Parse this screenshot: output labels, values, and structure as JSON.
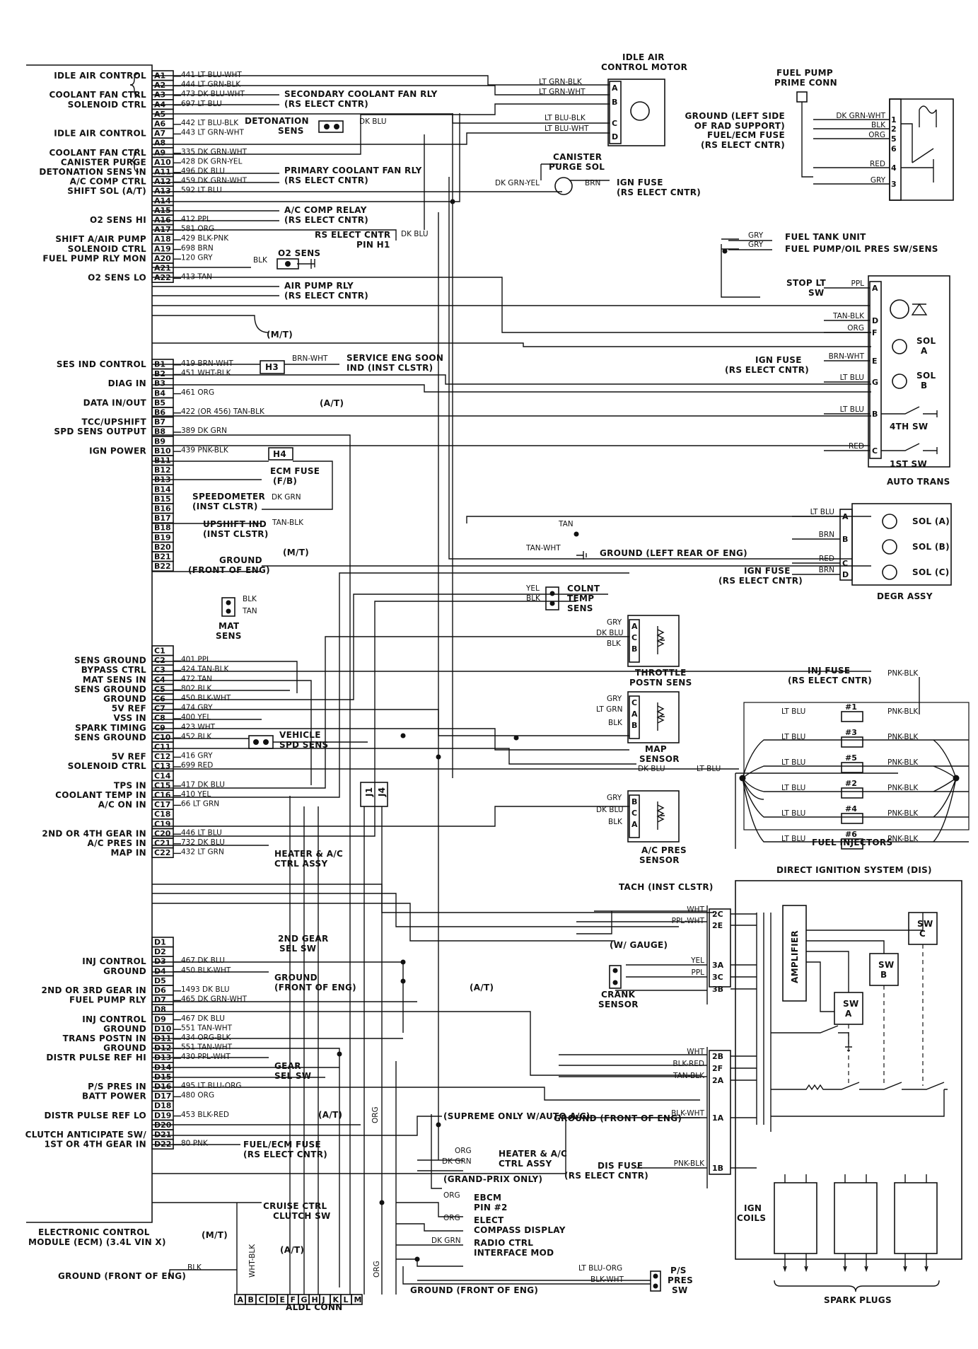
{
  "ecm": {
    "title_line1": "ELECTRONIC CONTROL",
    "title_line2": "MODULE (ECM) (3.4L VIN X)",
    "pins": [
      {
        "pin": "A1",
        "wire": "441 LT BLU-WHT",
        "func": "IDLE AIR CONTROL"
      },
      {
        "pin": "A2",
        "wire": "444 LT GRN-BLK",
        "func": ""
      },
      {
        "pin": "A3",
        "wire": "473 DK BLU-WHT",
        "func": "COOLANT FAN CTRL"
      },
      {
        "pin": "A4",
        "wire": "697 LT BLU",
        "func": "SOLENOID CTRL"
      },
      {
        "pin": "A5",
        "wire": "",
        "func": ""
      },
      {
        "pin": "A6",
        "wire": "442 LT BLU-BLK",
        "func": ""
      },
      {
        "pin": "A7",
        "wire": "443 LT GRN-WHT",
        "func": "IDLE AIR CONTROL"
      },
      {
        "pin": "A8",
        "wire": "",
        "func": ""
      },
      {
        "pin": "A9",
        "wire": "335 DK GRN-WHT",
        "func": "COOLANT FAN CTRL"
      },
      {
        "pin": "A10",
        "wire": "428 DK GRN-YEL",
        "func": "CANISTER PURGE"
      },
      {
        "pin": "A11",
        "wire": "496 DK BLU",
        "func": "DETONATION SENS IN"
      },
      {
        "pin": "A12",
        "wire": "459 DK GRN-WHT",
        "func": "A/C COMP CTRL"
      },
      {
        "pin": "A13",
        "wire": "592 LT BLU",
        "func": "SHIFT SOL (A/T)"
      },
      {
        "pin": "A14",
        "wire": "",
        "func": ""
      },
      {
        "pin": "A15",
        "wire": "",
        "func": ""
      },
      {
        "pin": "A16",
        "wire": "412 PPL",
        "func": "O2 SENS HI"
      },
      {
        "pin": "A17",
        "wire": "581 ORG",
        "func": ""
      },
      {
        "pin": "A18",
        "wire": "429 BLK-PNK",
        "func": "SHIFT A/AIR PUMP"
      },
      {
        "pin": "A19",
        "wire": "698 BRN",
        "func": "SOLENOID CTRL"
      },
      {
        "pin": "A20",
        "wire": "120 GRY",
        "func": "FUEL PUMP RLY MON"
      },
      {
        "pin": "A21",
        "wire": "",
        "func": ""
      },
      {
        "pin": "A22",
        "wire": "413 TAN",
        "func": "O2 SENS LO"
      },
      {
        "pin": "B1",
        "wire": "419 BRN-WHT",
        "func": "SES IND CONTROL"
      },
      {
        "pin": "B2",
        "wire": "451 WHT-BLK",
        "func": ""
      },
      {
        "pin": "B3",
        "wire": "",
        "func": "DIAG IN"
      },
      {
        "pin": "B4",
        "wire": "461 ORG",
        "func": ""
      },
      {
        "pin": "B5",
        "wire": "",
        "func": "DATA IN/OUT"
      },
      {
        "pin": "B6",
        "wire": "422 (OR 456) TAN-BLK",
        "func": ""
      },
      {
        "pin": "B7",
        "wire": "",
        "func": "TCC/UPSHIFT"
      },
      {
        "pin": "B8",
        "wire": "389 DK GRN",
        "func": "SPD SENS OUTPUT"
      },
      {
        "pin": "B9",
        "wire": "",
        "func": ""
      },
      {
        "pin": "B10",
        "wire": "439 PNK-BLK",
        "func": "IGN POWER"
      },
      {
        "pin": "B11",
        "wire": "",
        "func": ""
      },
      {
        "pin": "B12",
        "wire": "",
        "func": ""
      },
      {
        "pin": "B13",
        "wire": "",
        "func": ""
      },
      {
        "pin": "B14",
        "wire": "",
        "func": ""
      },
      {
        "pin": "B15",
        "wire": "",
        "func": ""
      },
      {
        "pin": "B16",
        "wire": "",
        "func": ""
      },
      {
        "pin": "B17",
        "wire": "",
        "func": ""
      },
      {
        "pin": "B18",
        "wire": "",
        "func": ""
      },
      {
        "pin": "B19",
        "wire": "",
        "func": ""
      },
      {
        "pin": "B20",
        "wire": "",
        "func": ""
      },
      {
        "pin": "B21",
        "wire": "",
        "func": ""
      },
      {
        "pin": "B22",
        "wire": "",
        "func": ""
      },
      {
        "pin": "C1",
        "wire": "",
        "func": ""
      },
      {
        "pin": "C2",
        "wire": "401 PPL",
        "func": "SENS GROUND"
      },
      {
        "pin": "C3",
        "wire": "424 TAN-BLK",
        "func": "BYPASS CTRL"
      },
      {
        "pin": "C4",
        "wire": "472 TAN",
        "func": "MAT SENS IN"
      },
      {
        "pin": "C5",
        "wire": "802 BLK",
        "func": "SENS GROUND"
      },
      {
        "pin": "C6",
        "wire": "450 BLK-WHT",
        "func": "GROUND"
      },
      {
        "pin": "C7",
        "wire": "474 GRY",
        "func": "5V REF"
      },
      {
        "pin": "C8",
        "wire": "400 YEL",
        "func": "VSS IN"
      },
      {
        "pin": "C9",
        "wire": "423 WHT",
        "func": "SPARK TIMING"
      },
      {
        "pin": "C10",
        "wire": "452 BLK",
        "func": "SENS GROUND"
      },
      {
        "pin": "C11",
        "wire": "",
        "func": ""
      },
      {
        "pin": "C12",
        "wire": "416 GRY",
        "func": "5V REF"
      },
      {
        "pin": "C13",
        "wire": "699 RED",
        "func": "SOLENOID CTRL"
      },
      {
        "pin": "C14",
        "wire": "",
        "func": ""
      },
      {
        "pin": "C15",
        "wire": "417 DK BLU",
        "func": "TPS IN"
      },
      {
        "pin": "C16",
        "wire": "410 YEL",
        "func": "COOLANT TEMP IN"
      },
      {
        "pin": "C17",
        "wire": "66 LT GRN",
        "func": "A/C ON IN"
      },
      {
        "pin": "C18",
        "wire": "",
        "func": ""
      },
      {
        "pin": "C19",
        "wire": "",
        "func": ""
      },
      {
        "pin": "C20",
        "wire": "446 LT BLU",
        "func": "2ND OR 4TH GEAR IN"
      },
      {
        "pin": "C21",
        "wire": "732 DK BLU",
        "func": "A/C PRES IN"
      },
      {
        "pin": "C22",
        "wire": "432 LT GRN",
        "func": "MAP IN"
      },
      {
        "pin": "D1",
        "wire": "",
        "func": ""
      },
      {
        "pin": "D2",
        "wire": "",
        "func": ""
      },
      {
        "pin": "D3",
        "wire": "467 DK BLU",
        "func": "INJ CONTROL"
      },
      {
        "pin": "D4",
        "wire": "450 BLK-WHT",
        "func": "GROUND"
      },
      {
        "pin": "D5",
        "wire": "",
        "func": ""
      },
      {
        "pin": "D6",
        "wire": "1493 DK BLU",
        "func": "2ND OR 3RD GEAR IN"
      },
      {
        "pin": "D7",
        "wire": "465 DK GRN-WHT",
        "func": "FUEL PUMP RLY"
      },
      {
        "pin": "D8",
        "wire": "",
        "func": ""
      },
      {
        "pin": "D9",
        "wire": "467 DK BLU",
        "func": "INJ CONTROL"
      },
      {
        "pin": "D10",
        "wire": "551 TAN-WHT",
        "func": "GROUND"
      },
      {
        "pin": "D11",
        "wire": "434 ORG-BLK",
        "func": "TRANS POSTN IN"
      },
      {
        "pin": "D12",
        "wire": "551 TAN-WHT",
        "func": "GROUND"
      },
      {
        "pin": "D13",
        "wire": "430 PPL-WHT",
        "func": "DISTR PULSE REF HI"
      },
      {
        "pin": "D14",
        "wire": "",
        "func": ""
      },
      {
        "pin": "D15",
        "wire": "",
        "func": ""
      },
      {
        "pin": "D16",
        "wire": "495 LT BLU-ORG",
        "func": "P/S PRES IN"
      },
      {
        "pin": "D17",
        "wire": "480 ORG",
        "func": "BATT POWER"
      },
      {
        "pin": "D18",
        "wire": "",
        "func": ""
      },
      {
        "pin": "D19",
        "wire": "453 BLK-RED",
        "func": "DISTR PULSE REF LO"
      },
      {
        "pin": "D20",
        "wire": "",
        "func": ""
      },
      {
        "pin": "D21",
        "wire": "",
        "func": "CLUTCH ANTICIPATE SW/"
      },
      {
        "pin": "D22",
        "wire": "80 PNK",
        "func": "1ST OR 4TH GEAR IN"
      }
    ]
  },
  "callouts": [
    {
      "text": "SECONDARY COOLANT FAN RLY"
    },
    {
      "text": "(RS ELECT CNTR)"
    },
    {
      "text": "DETONATION"
    },
    {
      "text": "SENS"
    },
    {
      "text": "DK BLU"
    },
    {
      "text": "PRIMARY COOLANT FAN RLY"
    },
    {
      "text": "(RS ELECT CNTR)"
    },
    {
      "text": "A/C COMP RELAY"
    },
    {
      "text": "(RS ELECT CNTR)"
    },
    {
      "text": "RS ELECT CNTR"
    },
    {
      "text": "PIN H1"
    },
    {
      "text": "DK BLU"
    },
    {
      "text": "BLK"
    },
    {
      "text": "O2 SENS"
    },
    {
      "text": "AIR PUMP RLY"
    },
    {
      "text": "(RS ELECT CNTR)"
    },
    {
      "text": "(M/T)"
    },
    {
      "text": "H3"
    },
    {
      "text": "BRN-WHT"
    },
    {
      "text": "SERVICE ENG SOON"
    },
    {
      "text": "IND (INST CLSTR)"
    },
    {
      "text": "(A/T)"
    },
    {
      "text": "H4"
    },
    {
      "text": "ECM FUSE"
    },
    {
      "text": "(F/B)"
    },
    {
      "text": "SPEEDOMETER"
    },
    {
      "text": "(INST CLSTR)"
    },
    {
      "text": "DK GRN"
    },
    {
      "text": "UPSHIFT IND"
    },
    {
      "text": "(INST CLSTR)"
    },
    {
      "text": "TAN-BLK"
    },
    {
      "text": "(M/T)"
    },
    {
      "text": "GROUND"
    },
    {
      "text": "(FRONT OF ENG)"
    },
    {
      "text": "BLK"
    },
    {
      "text": "TAN"
    },
    {
      "text": "MAT"
    },
    {
      "text": "SENS"
    },
    {
      "text": "VEHICLE"
    },
    {
      "text": "SPD SENS"
    },
    {
      "text": "J1"
    },
    {
      "text": "J4"
    },
    {
      "text": "HEATER & A/C"
    },
    {
      "text": "CTRL ASSY"
    },
    {
      "text": "2ND GEAR"
    },
    {
      "text": "SEL SW"
    },
    {
      "text": "GROUND"
    },
    {
      "text": "(FRONT OF ENG)"
    },
    {
      "text": "(A/T)"
    },
    {
      "text": "GEAR"
    },
    {
      "text": "SEL SW"
    },
    {
      "text": "(A/T)"
    },
    {
      "text": "ORG"
    },
    {
      "text": "FUEL/ECM FUSE"
    },
    {
      "text": "(RS ELECT CNTR)"
    },
    {
      "text": "CRUISE CTRL"
    },
    {
      "text": "CLUTCH SW"
    },
    {
      "text": "(M/T)"
    },
    {
      "text": "(A/T)"
    },
    {
      "text": "WHT-BLK"
    },
    {
      "text": "ORG"
    },
    {
      "text": "GROUND (FRONT OF ENG)"
    },
    {
      "text": "BLK"
    }
  ],
  "aldl": {
    "title": "ALDL CONN",
    "pins": [
      "A",
      "B",
      "C",
      "D",
      "E",
      "F",
      "G",
      "H",
      "J",
      "K",
      "L",
      "M"
    ]
  },
  "idle_air_motor": {
    "title_line1": "IDLE AIR",
    "title_line2": "CONTROL MOTOR",
    "wires": [
      "LT GRN-BLK",
      "LT GRN-WHT",
      "LT BLU-BLK",
      "LT BLU-WHT"
    ],
    "pins": [
      "A",
      "B",
      "C",
      "D"
    ]
  },
  "canister": {
    "title_line1": "CANISTER",
    "title_line2": "PURGE SOL",
    "wire_in": "DK GRN-YEL",
    "wire_out": "BRN",
    "fuse_line1": "IGN FUSE",
    "fuse_line2": "(RS ELECT CNTR)"
  },
  "fuel_pump_relay": {
    "title_line1": "FUEL PUMP",
    "title_line2": "PRIME CONN",
    "rows": [
      {
        "label1": "GROUND (LEFT SIDE",
        "label2": "OF RAD SUPPORT)",
        "wire": "DK GRN-WHT",
        "pin": "1"
      },
      {
        "label1": "",
        "label2": "",
        "wire": "BLK",
        "pin": "2"
      },
      {
        "label1": "FUEL/ECM FUSE",
        "label2": "(RS ELECT CNTR)",
        "wire": "ORG",
        "pin": "5"
      },
      {
        "label1": "",
        "label2": "",
        "wire": "",
        "pin": "6"
      },
      {
        "label1": "",
        "label2": "",
        "wire": "RED",
        "pin": "4"
      },
      {
        "label1": "",
        "label2": "",
        "wire": "GRY",
        "pin": "3"
      }
    ]
  },
  "fuel_tank": {
    "wire1": "GRY",
    "label1": "FUEL TANK UNIT",
    "wire2": "GRY",
    "label2": "FUEL PUMP/OIL PRES SW/SENS"
  },
  "auto_trans": {
    "title": "AUTO TRANS",
    "stop_lt_line1": "STOP LT",
    "stop_lt_line2": "SW",
    "ign_fuse_line1": "IGN FUSE",
    "ign_fuse_line2": "(RS ELECT CNTR)",
    "rows": [
      {
        "wire": "PPL",
        "pin": "A"
      },
      {
        "wire": "TAN-BLK",
        "pin": "D"
      },
      {
        "wire": "ORG",
        "pin": "F"
      },
      {
        "wire": "BRN-WHT",
        "pin": "E"
      },
      {
        "wire": "LT BLU",
        "pin": "G"
      },
      {
        "wire": "LT BLU",
        "pin": "B"
      },
      {
        "wire": "RED",
        "pin": "C"
      }
    ],
    "sol_a_line1": "SOL",
    "sol_a_line2": "A",
    "sol_b_line1": "SOL",
    "sol_b_line2": "B",
    "sw4": "4TH SW",
    "sw1": "1ST SW"
  },
  "degr": {
    "title": "DEGR ASSY",
    "wires": [
      "LT BLU",
      "BRN",
      "RED",
      "BRN"
    ],
    "pins": [
      "A",
      "B",
      "C",
      "D"
    ],
    "sols": [
      "SOL (A)",
      "SOL (B)",
      "SOL (C)"
    ],
    "tan": "TAN",
    "tan_wht": "TAN-WHT",
    "ground": "GROUND (LEFT REAR OF ENG)",
    "ign_fuse_line1": "IGN FUSE",
    "ign_fuse_line2": "(RS ELECT CNTR)"
  },
  "colnt": {
    "title_line1": "COLNT",
    "title_line2": "TEMP",
    "title_line3": "SENS",
    "wire1": "YEL",
    "wire2": "BLK"
  },
  "throttle": {
    "title_line1": "THROTTLE",
    "title_line2": "POSTN SENS",
    "wires": [
      "GRY",
      "DK BLU",
      "BLK"
    ],
    "pins": [
      "A",
      "C",
      "B"
    ]
  },
  "map": {
    "title_line1": "MAP",
    "title_line2": "SENSOR",
    "wires": [
      "GRY",
      "LT GRN",
      "BLK"
    ],
    "pins": [
      "C",
      "A",
      "B"
    ]
  },
  "ac_pres": {
    "title_line1": "A/C PRES",
    "title_line2": "SENSOR",
    "wires": [
      "GRY",
      "DK BLU",
      "BLK"
    ],
    "pins": [
      "B",
      "C",
      "A"
    ]
  },
  "injectors": {
    "title": "FUEL INJECTORS",
    "fuse_line1": "INJ FUSE",
    "fuse_line2": "(RS ELECT CNTR)",
    "fuse_wire": "PNK-BLK",
    "feed_left": "DK BLU",
    "feed_right": "LT BLU",
    "items": [
      {
        "num": "#1",
        "left": "LT BLU",
        "right": "PNK-BLK"
      },
      {
        "num": "#3",
        "left": "LT BLU",
        "right": "PNK-BLK"
      },
      {
        "num": "#5",
        "left": "LT BLU",
        "right": "PNK-BLK"
      },
      {
        "num": "#2",
        "left": "LT BLU",
        "right": "PNK-BLK"
      },
      {
        "num": "#4",
        "left": "LT BLU",
        "right": "PNK-BLK"
      },
      {
        "num": "#6",
        "left": "LT BLU",
        "right": "PNK-BLK"
      }
    ]
  },
  "dis": {
    "title": "DIRECT IGNITION SYSTEM (DIS)",
    "tach": "TACH (INST CLSTR)",
    "gauge": "(W/ GAUGE)",
    "crank_line1": "CRANK",
    "crank_line2": "SENSOR",
    "amplifier": "AMPLIFIER",
    "swc_line1": "SW",
    "swc_line2": "C",
    "swb_line1": "SW",
    "swb_line2": "B",
    "swa_line1": "SW",
    "swa_line2": "A",
    "ign_coils_line1": "IGN",
    "ign_coils_line2": "COILS",
    "spark_plugs": "SPARK PLUGS",
    "rows": [
      {
        "wire": "WHT",
        "pin": "2C"
      },
      {
        "wire": "PPL-WHT",
        "pin": "2E"
      },
      {
        "wire": "YEL",
        "pin": "3A"
      },
      {
        "wire": "PPL",
        "pin": "3C"
      },
      {
        "wire": "",
        "pin": "3B"
      },
      {
        "wire": "WHT",
        "pin": "2B"
      },
      {
        "wire": "BLK-RED",
        "pin": "2F"
      },
      {
        "wire": "TAN-BLK",
        "pin": "2A"
      },
      {
        "wire": "BLK-WHT",
        "pin": "1A"
      },
      {
        "wire": "PNK-BLK",
        "pin": "1B"
      }
    ],
    "ground": "GROUND (FRONT OF ENG)",
    "dis_fuse_line1": "DIS FUSE",
    "dis_fuse_line2": "(RS ELECT CNTR)"
  },
  "lower_right": {
    "supreme": "(SUPREME ONLY W/AUTO A/C)",
    "org1": "ORG",
    "dkgrn1": "DK GRN",
    "heater_line1": "HEATER & A/C",
    "heater_line2": "CTRL ASSY",
    "grand_prix": "(GRAND-PRIX ONLY)",
    "org2": "ORG",
    "ebcm_line1": "EBCM",
    "ebcm_line2": "PIN #2",
    "org3": "ORG",
    "compass_line1": "ELECT",
    "compass_line2": "COMPASS DISPLAY",
    "dkgrn2": "DK GRN",
    "radio_line1": "RADIO CTRL",
    "radio_line2": "INTERFACE MOD",
    "ltbluorg": "LT BLU-ORG",
    "blkwht": "BLK-WHT",
    "ground": "GROUND (FRONT OF ENG)",
    "ps_line1": "P/S",
    "ps_line2": "PRES",
    "ps_line3": "SW"
  }
}
